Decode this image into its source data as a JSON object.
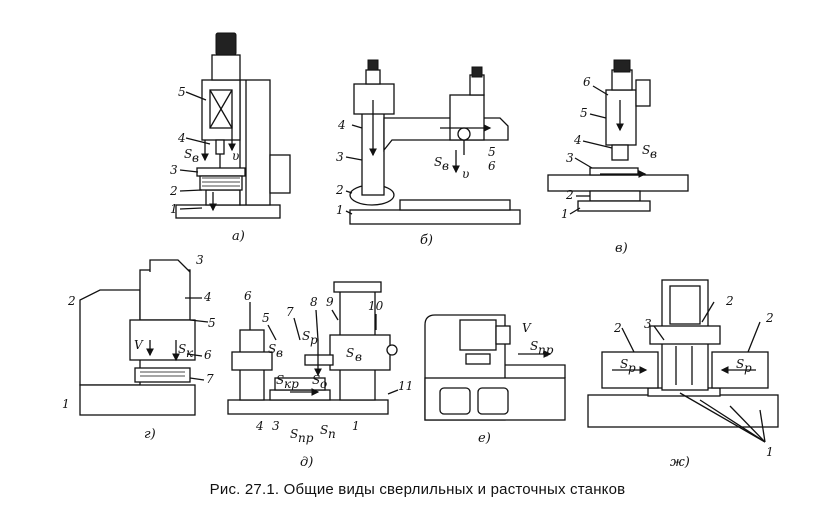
{
  "caption": "Рис. 27.1. Общие виды сверлильных и расточных станков",
  "panels": [
    {
      "id": "a",
      "sublabel": "а)",
      "labels": [
        "5",
        "4",
        "S",
        "в",
        "υ",
        "3",
        "2",
        "1"
      ]
    },
    {
      "id": "b",
      "sublabel": "б)",
      "labels": [
        "4",
        "3",
        "2",
        "1",
        "5",
        "6",
        "S",
        "в",
        "υ"
      ]
    },
    {
      "id": "v",
      "sublabel": "в)",
      "labels": [
        "6",
        "5",
        "4",
        "3",
        "2",
        "1",
        "S",
        "в"
      ]
    },
    {
      "id": "g",
      "sublabel": "г)",
      "labels": [
        "3",
        "2",
        "4",
        "5",
        "6",
        "7",
        "1",
        "V",
        "S",
        "к"
      ]
    },
    {
      "id": "d",
      "sublabel": "д)",
      "labels": [
        "6",
        "5",
        "7",
        "8",
        "9",
        "10",
        "11",
        "1",
        "4",
        "3",
        "S",
        "в",
        "S",
        "р",
        "S",
        "кр",
        "S",
        "о",
        "S",
        "пр",
        "S",
        "п"
      ]
    },
    {
      "id": "e",
      "sublabel": "е)",
      "labels": [
        "V",
        "S",
        "пр"
      ]
    },
    {
      "id": "zh",
      "sublabel": "ж)",
      "labels": [
        "2",
        "2",
        "3",
        "2",
        "1",
        "S",
        "р",
        "S",
        "р"
      ]
    }
  ]
}
